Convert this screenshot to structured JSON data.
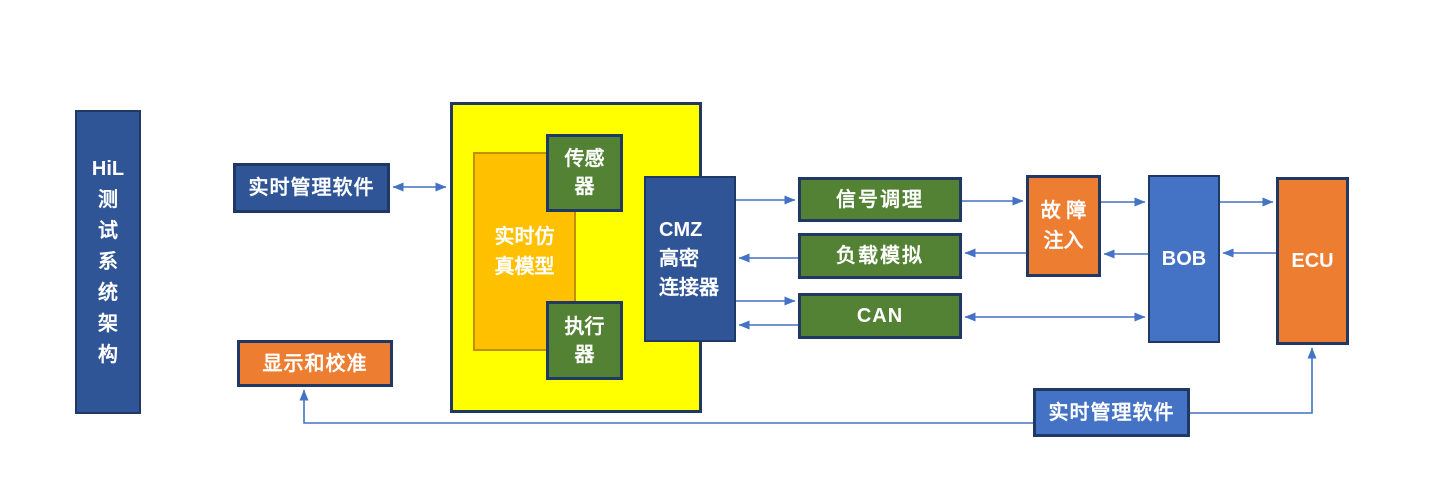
{
  "diagram": {
    "title": "HiL 测试系统架构",
    "colors": {
      "dark_blue": "#2F5597",
      "medium_blue": "#4472C4",
      "green": "#548235",
      "orange": "#ED7D31",
      "yellow": "#FFFF00",
      "gold": "#FFC000",
      "border_dark": "#203864",
      "gold_border": "#BF9000",
      "arrow_blue": "#4472C4"
    },
    "nodes": {
      "hil_sidebar": {
        "label": "HiL\n测\n试\n系\n统\n架\n构"
      },
      "rtm_top": {
        "label": "实时管理软件"
      },
      "display_calibration": {
        "label": "显示和校准"
      },
      "sim_model": {
        "label": "实时仿\n真模型"
      },
      "sensor": {
        "label": "传感\n器"
      },
      "actuator": {
        "label": "执行\n器"
      },
      "cmz_connector": {
        "label": "CMZ\n高密\n连接器"
      },
      "signal_conditioning": {
        "label": "信号调理"
      },
      "load_simulation": {
        "label": "负载模拟"
      },
      "can_bus": {
        "label": "CAN"
      },
      "fault_injection": {
        "label": "故 障\n注入"
      },
      "bob": {
        "label": "BOB"
      },
      "ecu": {
        "label": "ECU"
      },
      "rtm_bottom": {
        "label": "实时管理软件"
      }
    },
    "connections": [
      {
        "from": "rtm_top",
        "to": "yellow_frame",
        "bidirectional": true
      },
      {
        "from": "cmz_connector",
        "to": "signal_conditioning"
      },
      {
        "from": "signal_conditioning",
        "to": "fault_injection"
      },
      {
        "from": "fault_injection",
        "to": "bob"
      },
      {
        "from": "bob",
        "to": "ecu"
      },
      {
        "from": "ecu",
        "to": "bob"
      },
      {
        "from": "bob",
        "to": "fault_injection"
      },
      {
        "from": "fault_injection",
        "to": "load_simulation"
      },
      {
        "from": "load_simulation",
        "to": "cmz_connector"
      },
      {
        "from": "cmz_connector",
        "to": "can_bus"
      },
      {
        "from": "can_bus",
        "to": "cmz_connector"
      },
      {
        "from": "can_bus",
        "to": "bob",
        "bidirectional": true
      },
      {
        "from": "rtm_bottom",
        "to": "ecu"
      },
      {
        "from": "rtm_bottom",
        "to": "display_calibration"
      }
    ]
  }
}
